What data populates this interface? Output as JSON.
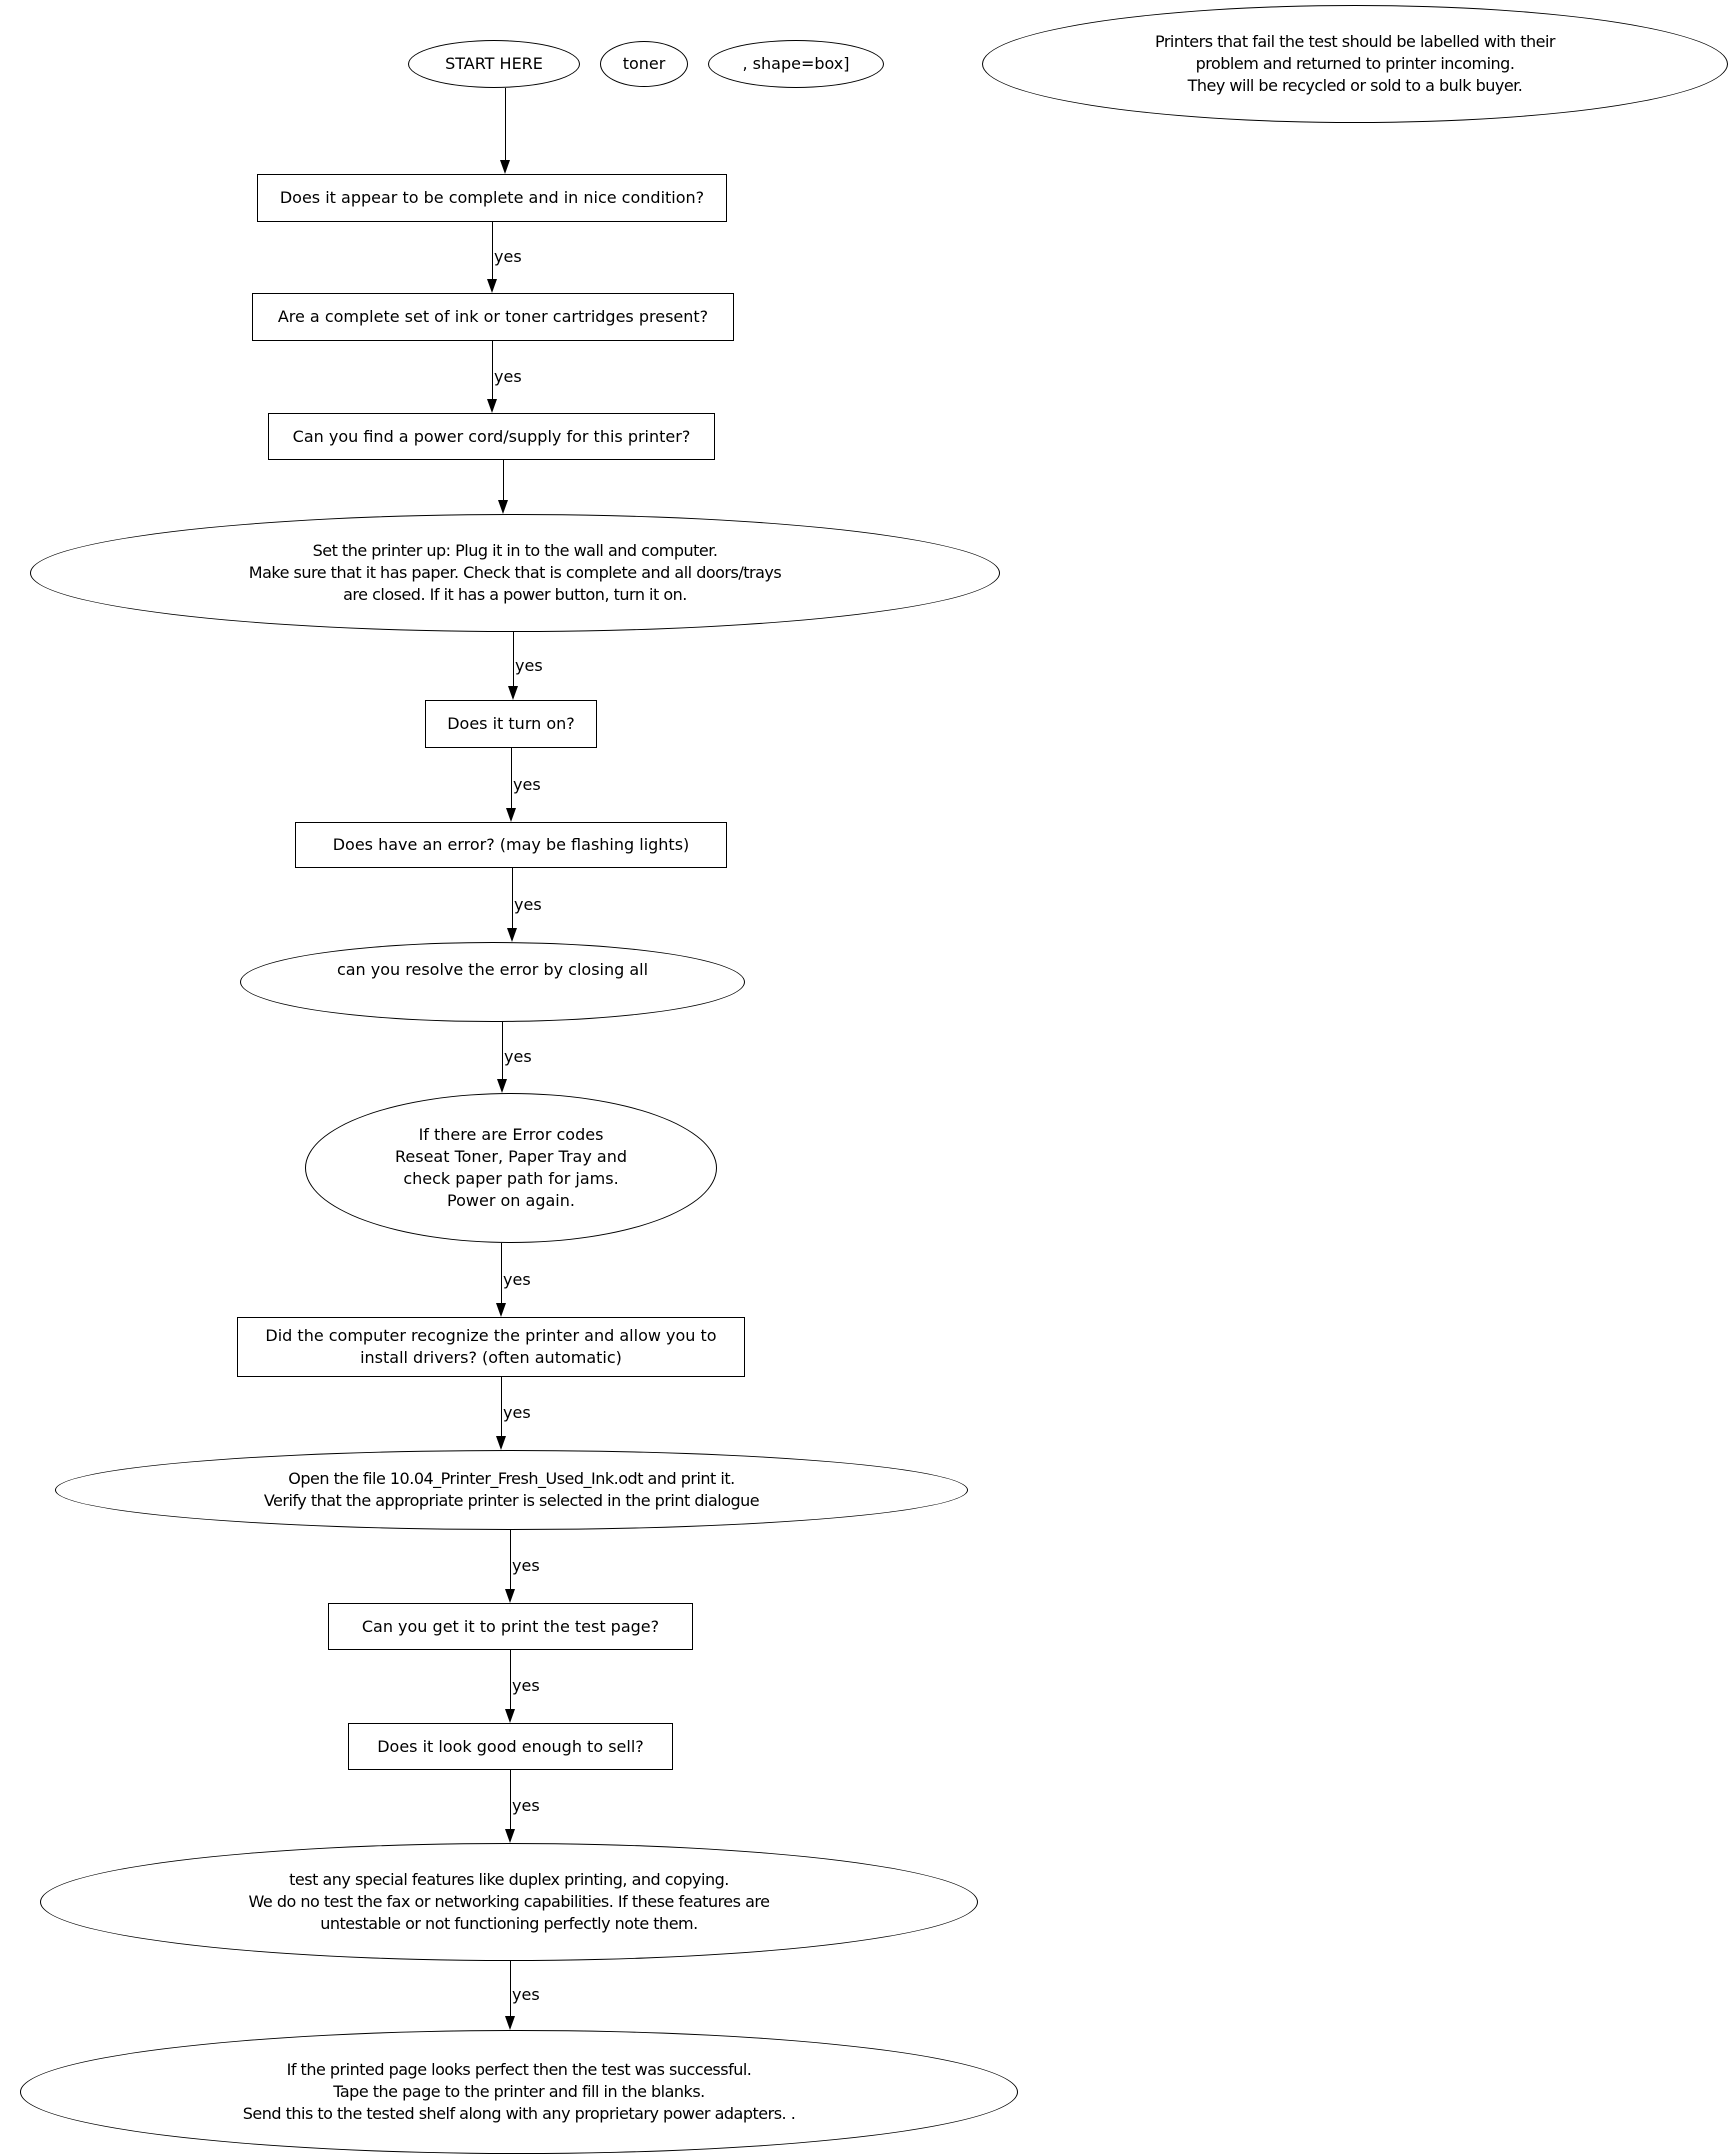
{
  "colors": {
    "stroke": "#000000",
    "background": "#ffffff"
  },
  "nodes": {
    "start": {
      "label": "START HERE",
      "shape": "ellipse"
    },
    "toner": {
      "label": "toner",
      "shape": "ellipse"
    },
    "shapebox": {
      "label": ", shape=box]",
      "shape": "ellipse"
    },
    "fail_note": {
      "label": "Printers that fail the test should be labelled with their\nproblem and returned to printer incoming.\nThey will be recycled or sold to a bulk buyer.",
      "shape": "ellipse"
    },
    "q_complete": {
      "label": "Does it appear to be complete and in nice condition?",
      "shape": "box"
    },
    "q_cartridges": {
      "label": "Are a complete set of ink or toner cartridges present?",
      "shape": "box"
    },
    "q_power": {
      "label": "Can you find a power cord/supply for this printer?",
      "shape": "box"
    },
    "setup": {
      "label": "Set the printer up: Plug it in to the wall and computer.\nMake sure that it has paper. Check that is complete and all doors/trays\nare closed. If it has a power button, turn it on.",
      "shape": "ellipse"
    },
    "q_turn_on": {
      "label": "Does it turn on?",
      "shape": "box"
    },
    "q_error": {
      "label": "Does have an error? (may be flashing lights)",
      "shape": "box"
    },
    "resolve": {
      "label": "can you resolve the error by closing all",
      "shape": "ellipse"
    },
    "error_codes": {
      "label": "If there are Error codes\nReseat Toner, Paper Tray and\ncheck paper path for jams.\nPower on again.",
      "shape": "ellipse"
    },
    "q_recognize": {
      "label": "Did the computer recognize the printer and allow you to\ninstall drivers? (often automatic)",
      "shape": "box"
    },
    "open_file": {
      "label": "Open the file 10.04_Printer_Fresh_Used_Ink.odt and print it.\nVerify that the appropriate printer is selected in the print dialogue",
      "shape": "ellipse"
    },
    "q_test_page": {
      "label": "Can you get it to print the test page?",
      "shape": "box"
    },
    "q_sell": {
      "label": "Does it look good enough to sell?",
      "shape": "box"
    },
    "special": {
      "label": "test any special features like duplex printing, and copying.\nWe do no test the fax or networking capabilities. If these features are\nuntestable or not functioning perfectly note them.",
      "shape": "ellipse"
    },
    "success": {
      "label": "If the printed page looks perfect then the test was successful.\nTape the page to the printer and fill in the blanks.\nSend this to the tested shelf along with any proprietary power adapters. .",
      "shape": "ellipse"
    }
  },
  "edges": [
    {
      "from": "start",
      "to": "q_complete",
      "label": ""
    },
    {
      "from": "q_complete",
      "to": "q_cartridges",
      "label": "yes"
    },
    {
      "from": "q_cartridges",
      "to": "q_power",
      "label": "yes"
    },
    {
      "from": "q_power",
      "to": "setup",
      "label": ""
    },
    {
      "from": "setup",
      "to": "q_turn_on",
      "label": "yes"
    },
    {
      "from": "q_turn_on",
      "to": "q_error",
      "label": "yes"
    },
    {
      "from": "q_error",
      "to": "resolve",
      "label": "yes"
    },
    {
      "from": "resolve",
      "to": "error_codes",
      "label": "yes"
    },
    {
      "from": "error_codes",
      "to": "q_recognize",
      "label": "yes"
    },
    {
      "from": "q_recognize",
      "to": "open_file",
      "label": "yes"
    },
    {
      "from": "open_file",
      "to": "q_test_page",
      "label": "yes"
    },
    {
      "from": "q_test_page",
      "to": "q_sell",
      "label": "yes"
    },
    {
      "from": "q_sell",
      "to": "special",
      "label": "yes"
    },
    {
      "from": "special",
      "to": "success",
      "label": "yes"
    }
  ]
}
